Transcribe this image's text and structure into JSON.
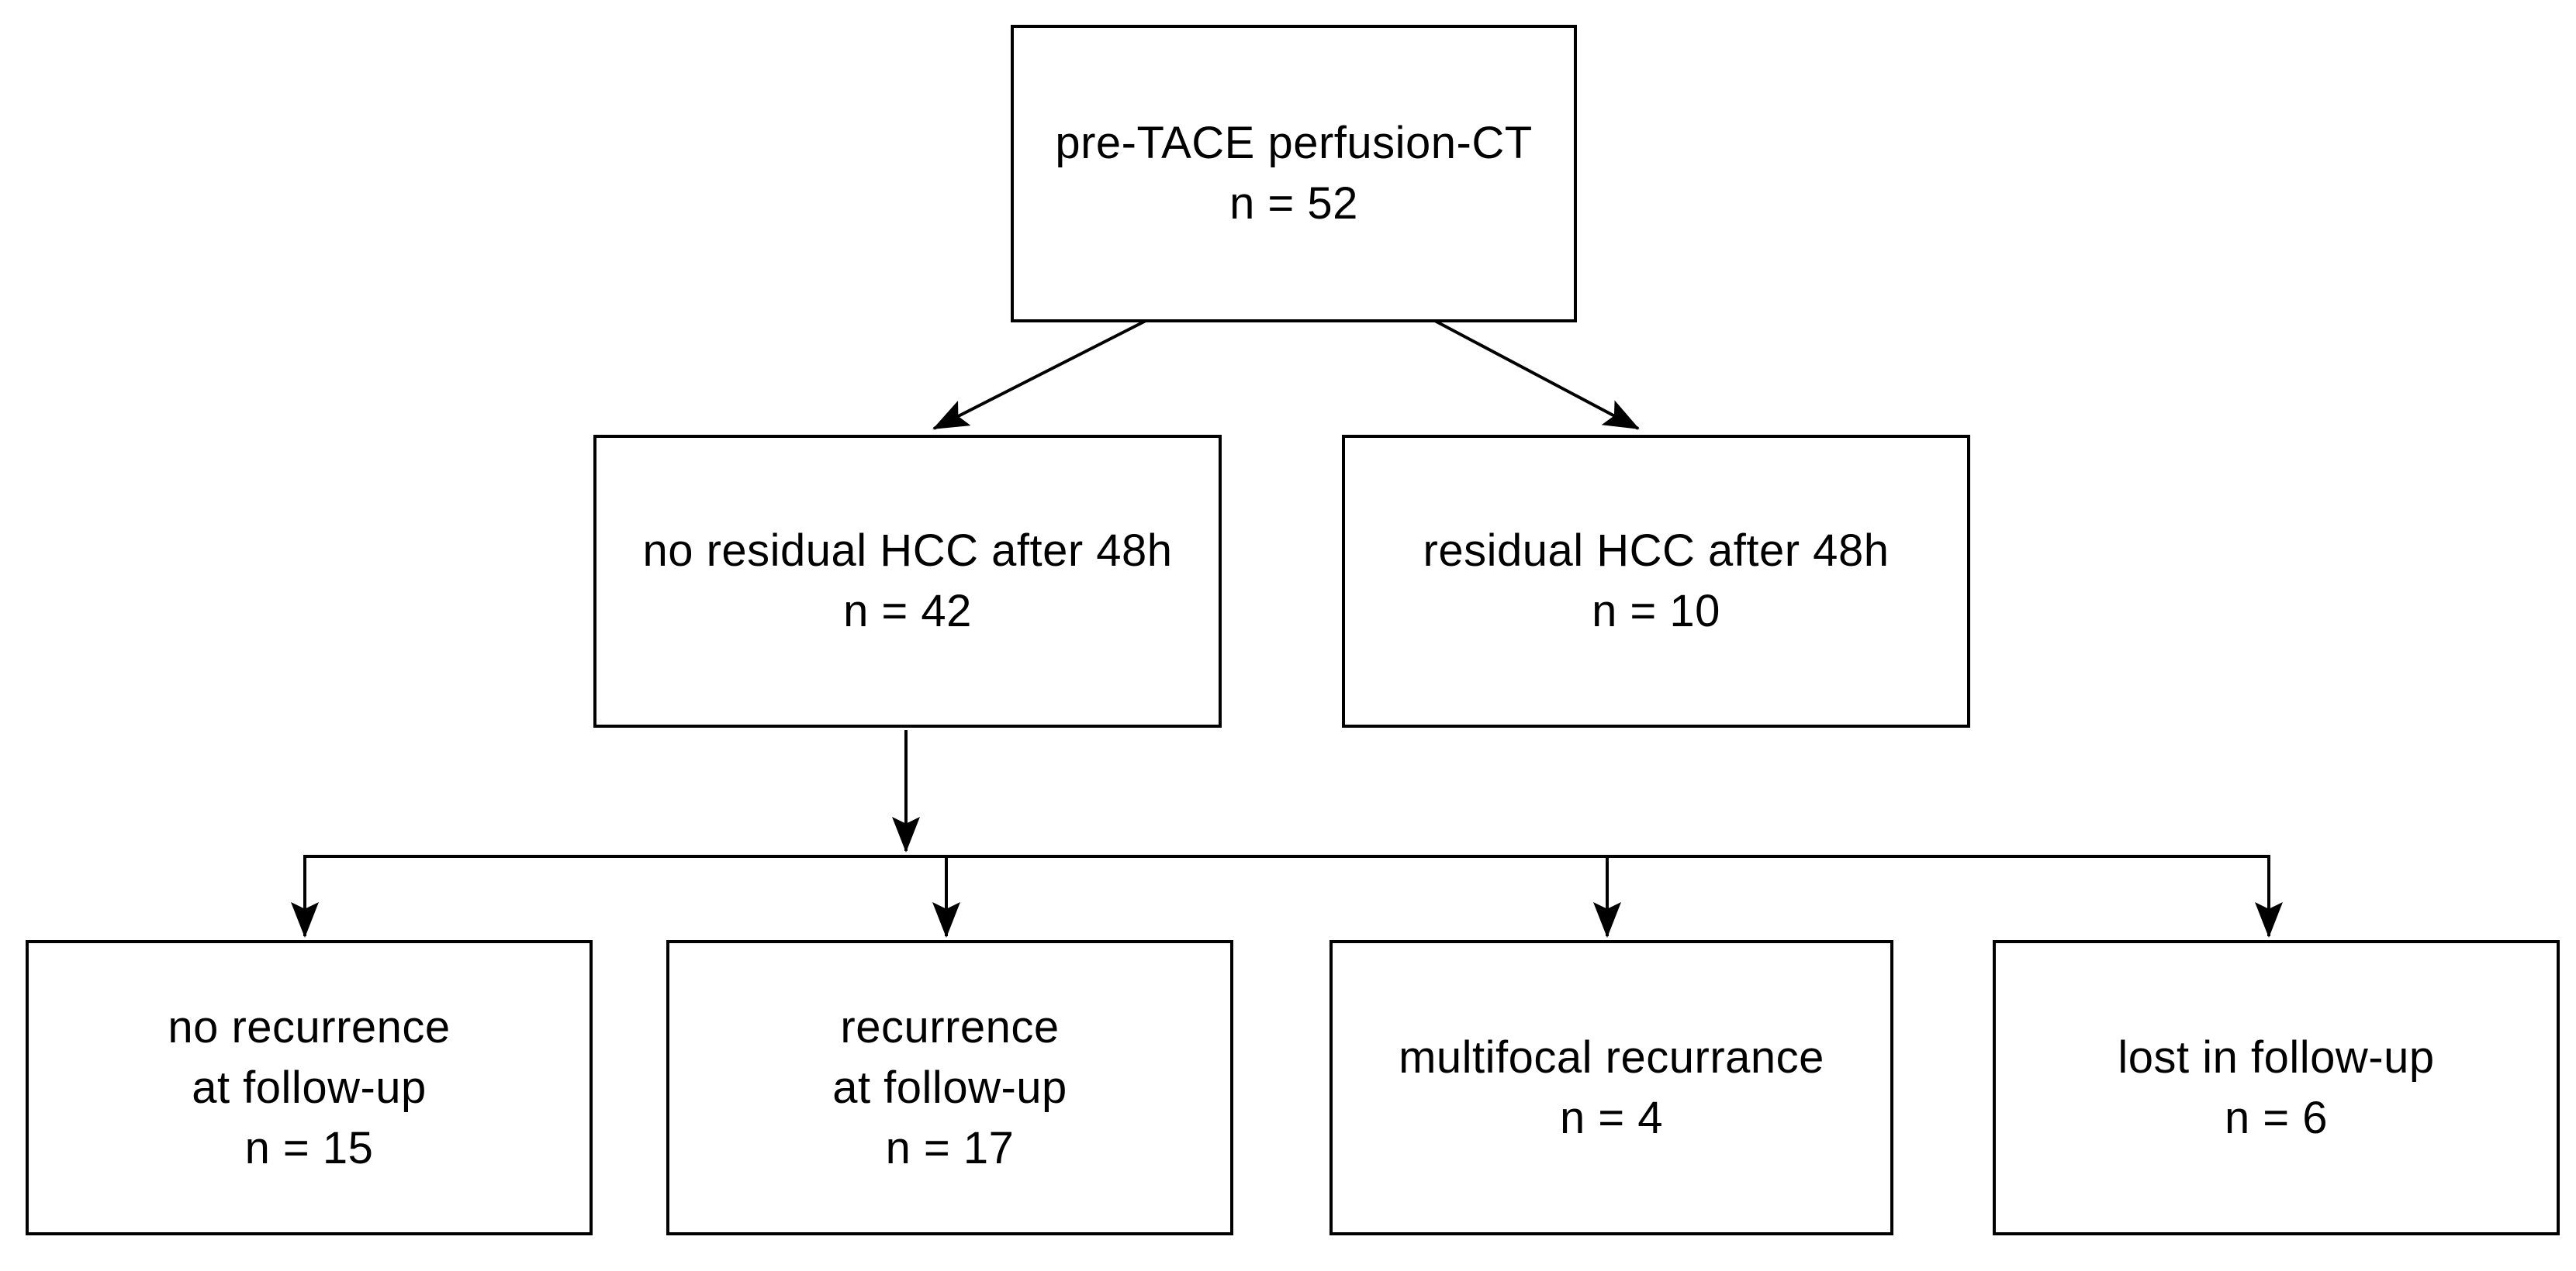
{
  "diagram": {
    "type": "flowchart",
    "background_color": "#ffffff",
    "line_color": "#000000",
    "box_border_color": "#000000",
    "text_color": "#000000",
    "nodes": {
      "pre_tace": {
        "label": "pre-TACE perfusion-CT",
        "count": "n = 52"
      },
      "no_residual": {
        "label": "no residual HCC after 48h",
        "count": "n = 42"
      },
      "residual": {
        "label": "residual HCC after 48h",
        "count": "n = 10"
      },
      "no_recurrence": {
        "label_line1": "no recurrence",
        "label_line2": "at follow-up",
        "count": "n = 15"
      },
      "recurrence": {
        "label_line1": "recurrence",
        "label_line2": "at follow-up",
        "count": "n = 17"
      },
      "multifocal": {
        "label": "multifocal recurrance",
        "count": "n = 4"
      },
      "lost": {
        "label": "lost in follow-up",
        "count": "n = 6"
      }
    },
    "edges": [
      {
        "from": "pre_tace",
        "to": "no_residual"
      },
      {
        "from": "pre_tace",
        "to": "residual"
      },
      {
        "from": "no_residual",
        "to": "no_recurrence"
      },
      {
        "from": "no_residual",
        "to": "recurrence"
      },
      {
        "from": "no_residual",
        "to": "multifocal"
      },
      {
        "from": "no_residual",
        "to": "lost"
      }
    ]
  }
}
